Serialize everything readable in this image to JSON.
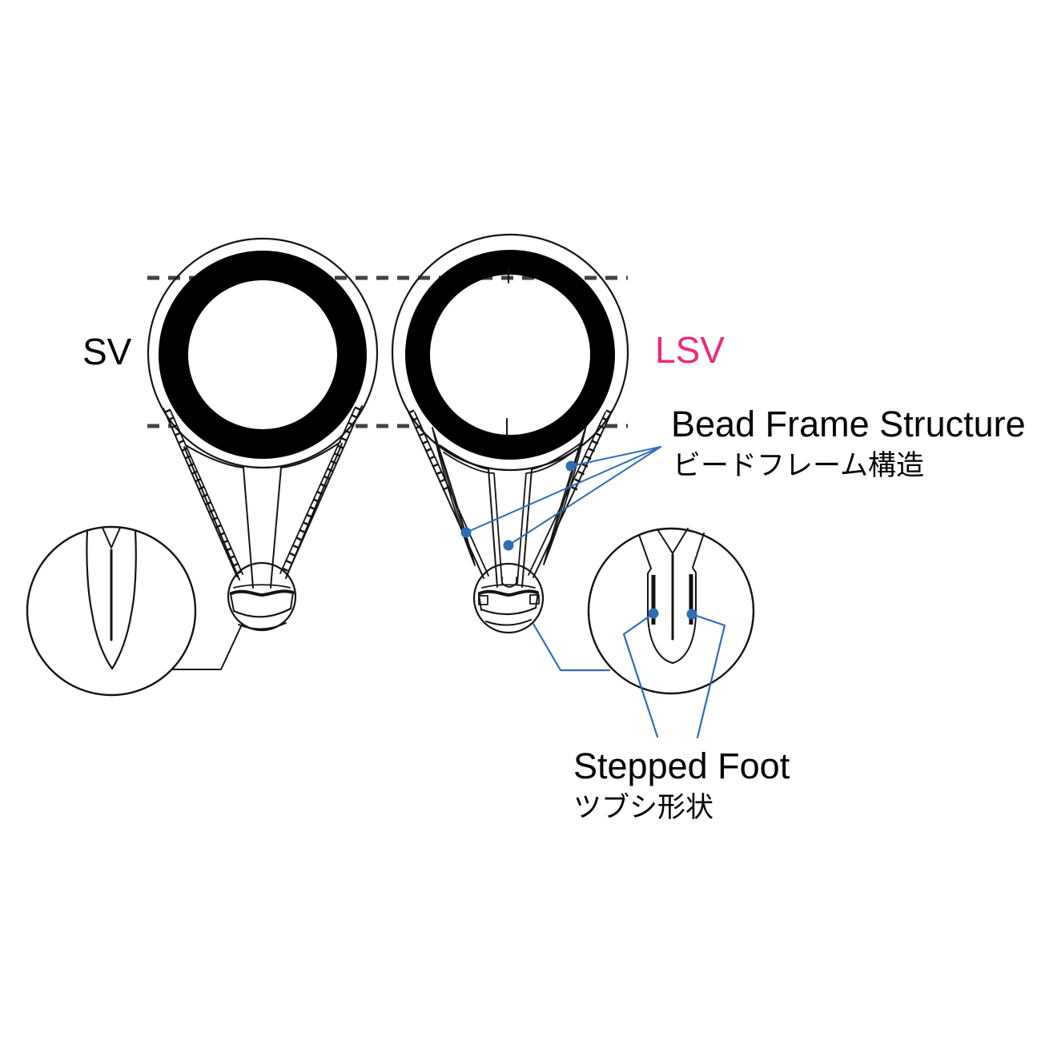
{
  "diagram": {
    "left_guide": {
      "label": "SV"
    },
    "right_guide": {
      "label": "LSV"
    },
    "annotations": {
      "bead_frame": {
        "en": "Bead Frame Structure",
        "ja": "ビードフレーム構造"
      },
      "stepped_foot": {
        "en": "Stepped Foot",
        "ja": "ツブシ形状"
      }
    }
  },
  "colors": {
    "line": "#141414",
    "dashed_line": "#424242",
    "leader_blue": "#2f6cb4",
    "lsv_pink": "#ec2a7c",
    "ring_black": "#000000",
    "background": "#ffffff"
  }
}
